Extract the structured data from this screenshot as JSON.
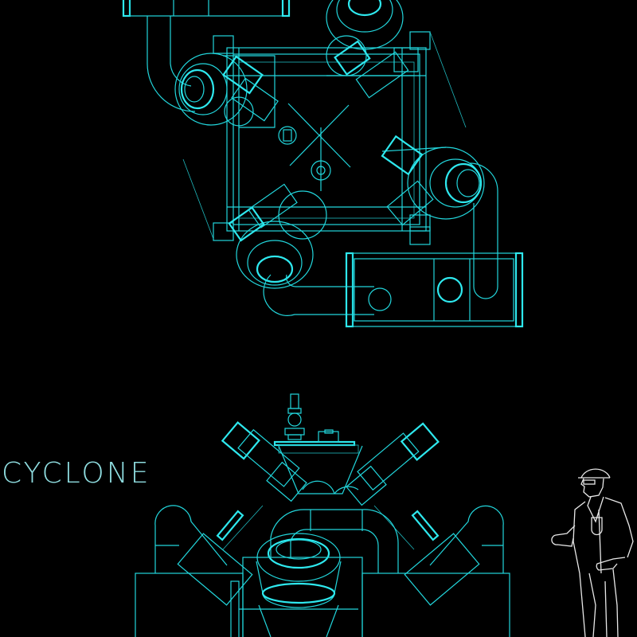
{
  "drawing": {
    "title_label": "CYCLONE",
    "background_color": "#000000",
    "line_color": "#22d6dc",
    "figure_color": "#e8e8e8",
    "views": [
      {
        "name": "plan-view",
        "description": "Top view of four-cyclone arrangement with central X-braced frame"
      },
      {
        "name": "elevation-view",
        "description": "Front elevation of cyclone assembly with inlet ducts"
      }
    ],
    "scale_figure": "Standing man in suit with hard hat and glasses"
  }
}
